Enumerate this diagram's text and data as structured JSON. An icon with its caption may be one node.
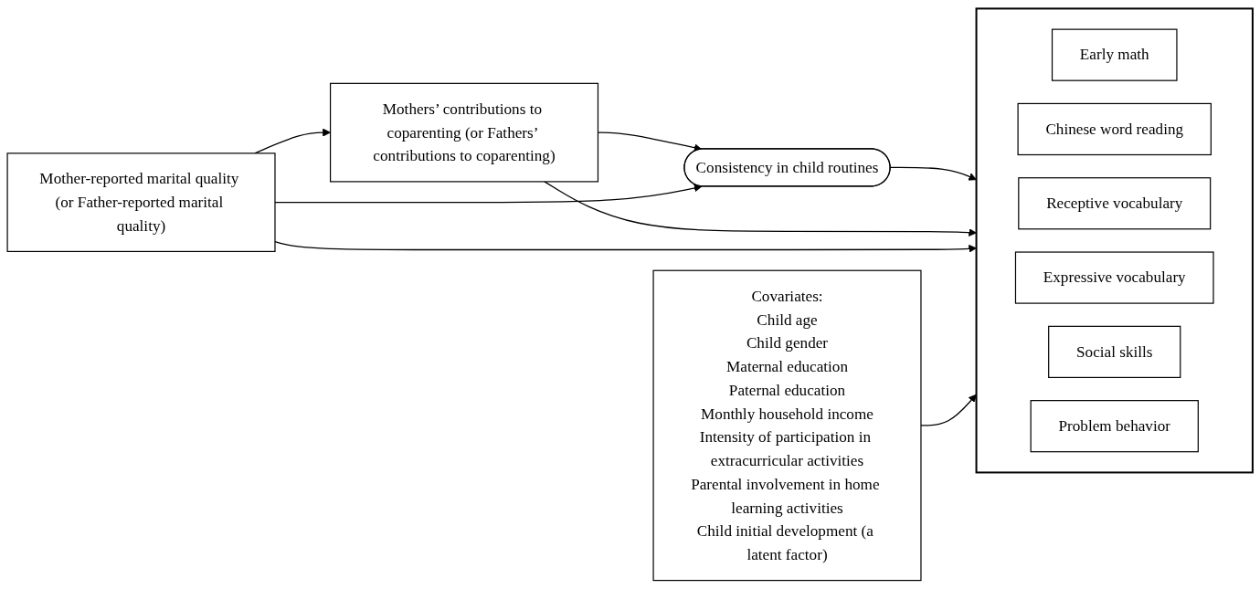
{
  "diagram": {
    "nodes": [
      {
        "text": [
          "Mother-reported marital quality (or Father-reported marital quality)"
        ]
      },
      {
        "text": [
          "Mothers’ contributions to coparenting (or Fathers’ contributions to coparenting)"
        ]
      },
      {
        "text": [
          "Consistency in child routines"
        ]
      },
      {
        "text": [],
        "shape": "box"
      },
      {
        "text": [
          "Early math"
        ],
        "in": 3
      },
      {
        "text": [
          "Chinese word reading"
        ],
        "in": 3
      },
      {
        "text": [
          "Receptive vocabulary"
        ],
        "in": 3
      },
      {
        "text": [
          "Expressive vocabulary"
        ],
        "in": 3
      },
      {
        "text": [
          "Social skills"
        ],
        "in": 3
      },
      {
        "text": [
          "Problem behavior"
        ],
        "in": 3
      },
      {
        "text": [
          "Covariates:",
          "Child age",
          "Child gender",
          "Maternal education",
          "Paternal education",
          "Monthly household income",
          "Intensity of participation in extracurricular activities",
          "Parental involvement in home learning activities",
          "Child initial development (a latent factor)"
        ]
      }
    ],
    "edges": [
      {
        "from": 0,
        "to": 1,
        "arrow": "to"
      },
      {
        "from": 1,
        "to": 2,
        "arrow": "to"
      },
      {
        "from": 2,
        "to": 3,
        "arrow": "to"
      },
      {
        "from": 1,
        "to": 3,
        "arrow": "to"
      },
      {
        "from": 0,
        "to": 2,
        "arrow": "to"
      },
      {
        "from": 0,
        "to": 3,
        "arrow": "to"
      },
      {
        "from": 10,
        "to": 3,
        "arrow": "to"
      }
    ]
  }
}
